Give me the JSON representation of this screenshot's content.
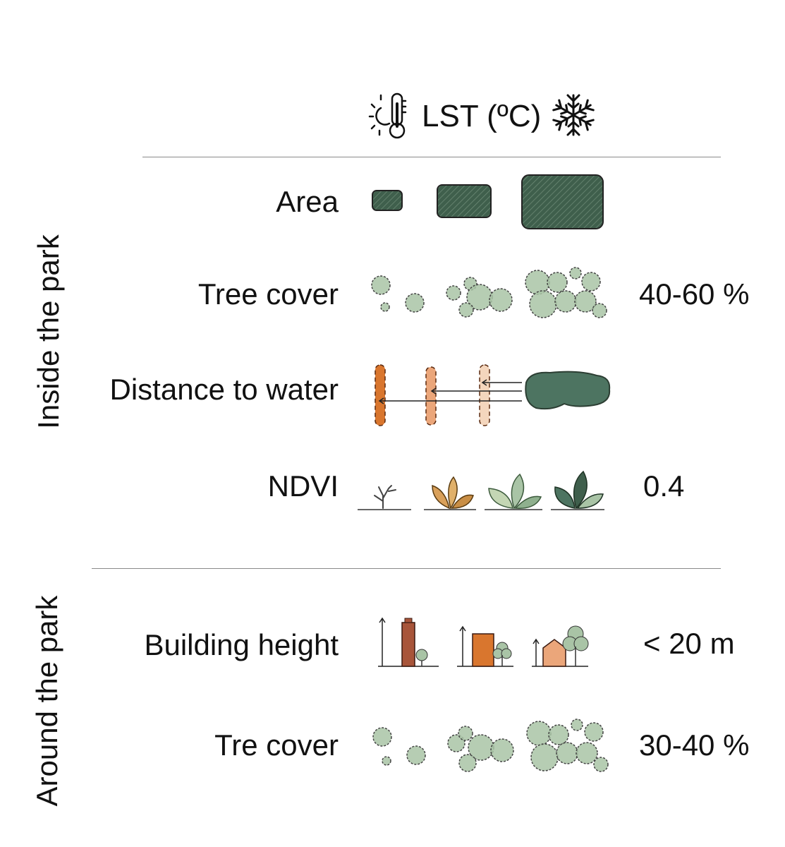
{
  "header": {
    "title": "LST (ºC)",
    "warm_icon": "sun-thermometer-icon",
    "cold_icon": "snowflake-icon"
  },
  "sections": {
    "inside": "Inside the park",
    "around": "Around the park"
  },
  "rows": {
    "area": {
      "label": "Area",
      "value": ""
    },
    "tree_cover": {
      "label": "Tree cover",
      "value": "40-60 %"
    },
    "distance_water": {
      "label": "Distance to water",
      "value": ""
    },
    "ndvi": {
      "label": "NDVI",
      "value": "0.4"
    },
    "building_height": {
      "label": "Building height",
      "value": "< 20 m"
    },
    "tre_cover": {
      "label": "Tre cover",
      "value": "30-40 %"
    }
  },
  "colors": {
    "dark_green": "#3f5f4c",
    "tree_green": "#a9c4a6",
    "leaf_orange": "#d9a05a",
    "brick": "#a8553a",
    "orange": "#d9762e",
    "light_orange": "#eba67a",
    "rule": "#8a8a8a"
  }
}
